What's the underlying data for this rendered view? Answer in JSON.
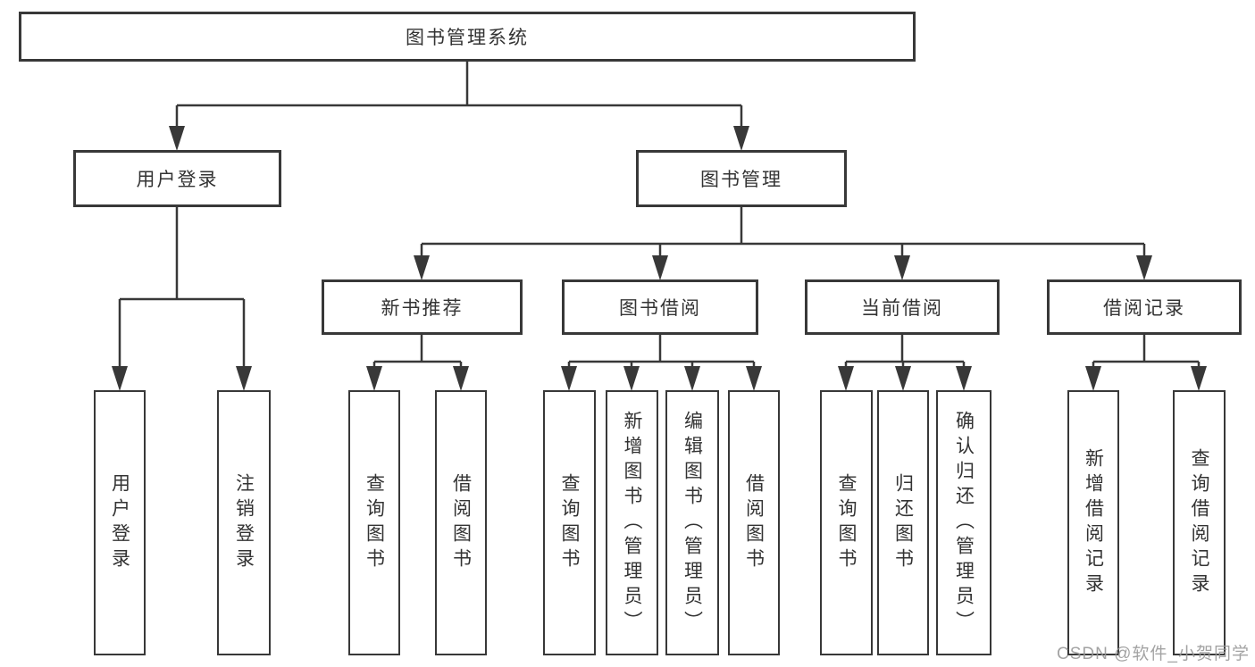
{
  "diagram": {
    "root": {
      "label": "图书管理系统"
    },
    "branches": [
      {
        "label": "用户登录",
        "children": [
          {
            "label": "用户登录"
          },
          {
            "label": "注销登录"
          }
        ]
      },
      {
        "label": "图书管理",
        "children": [
          {
            "label": "新书推荐",
            "children": [
              {
                "label": "查询图书"
              },
              {
                "label": "借阅图书"
              }
            ]
          },
          {
            "label": "图书借阅",
            "children": [
              {
                "label": "查询图书"
              },
              {
                "label": "新增图书（管理员）"
              },
              {
                "label": "编辑图书（管理员）"
              },
              {
                "label": "借阅图书"
              }
            ]
          },
          {
            "label": "当前借阅",
            "children": [
              {
                "label": "查询图书"
              },
              {
                "label": "归还图书"
              },
              {
                "label": "确认归还（管理员）"
              }
            ]
          },
          {
            "label": "借阅记录",
            "children": [
              {
                "label": "新增借阅记录"
              },
              {
                "label": "查询借阅记录"
              }
            ]
          }
        ]
      }
    ]
  },
  "watermark": {
    "text": "CSDN @软件_小贺同学"
  },
  "colors": {
    "line": "#383838",
    "text": "#333333",
    "background": "#ffffff",
    "watermark": "#969696"
  }
}
